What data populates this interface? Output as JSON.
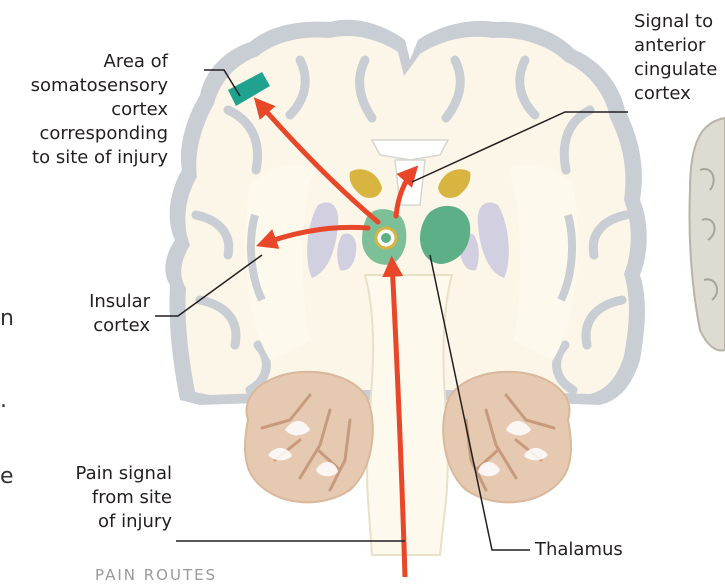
{
  "labels": {
    "somatosensory": [
      "Area of",
      "somatosensory",
      "cortex",
      "corresponding",
      "to site of injury"
    ],
    "signal_acc": [
      "Signal to",
      "anterior",
      "cingulate",
      "cortex"
    ],
    "insular": [
      "Insular",
      "cortex"
    ],
    "pain_signal": [
      "Pain signal",
      "from site",
      "of injury"
    ],
    "thalamus": "Thalamus"
  },
  "cropped_text": {
    "left_edge": [
      "n",
      ".",
      "e"
    ],
    "bottom": "PAIN ROUTES"
  },
  "colors": {
    "pathway_arrow": "#e8472a",
    "cortex_fill": "#fbf6e7",
    "cortex_outline": "#c9cdd4",
    "white_matter": "#fdf9ec",
    "somatosensory_area": "#1fa38f",
    "thalamus": "#5daf87",
    "caudate": "#d8b440",
    "putamen": "#d2cfe0",
    "cerebellum": "#e6c9b1",
    "cerebellum_lines": "#c79a7e"
  }
}
